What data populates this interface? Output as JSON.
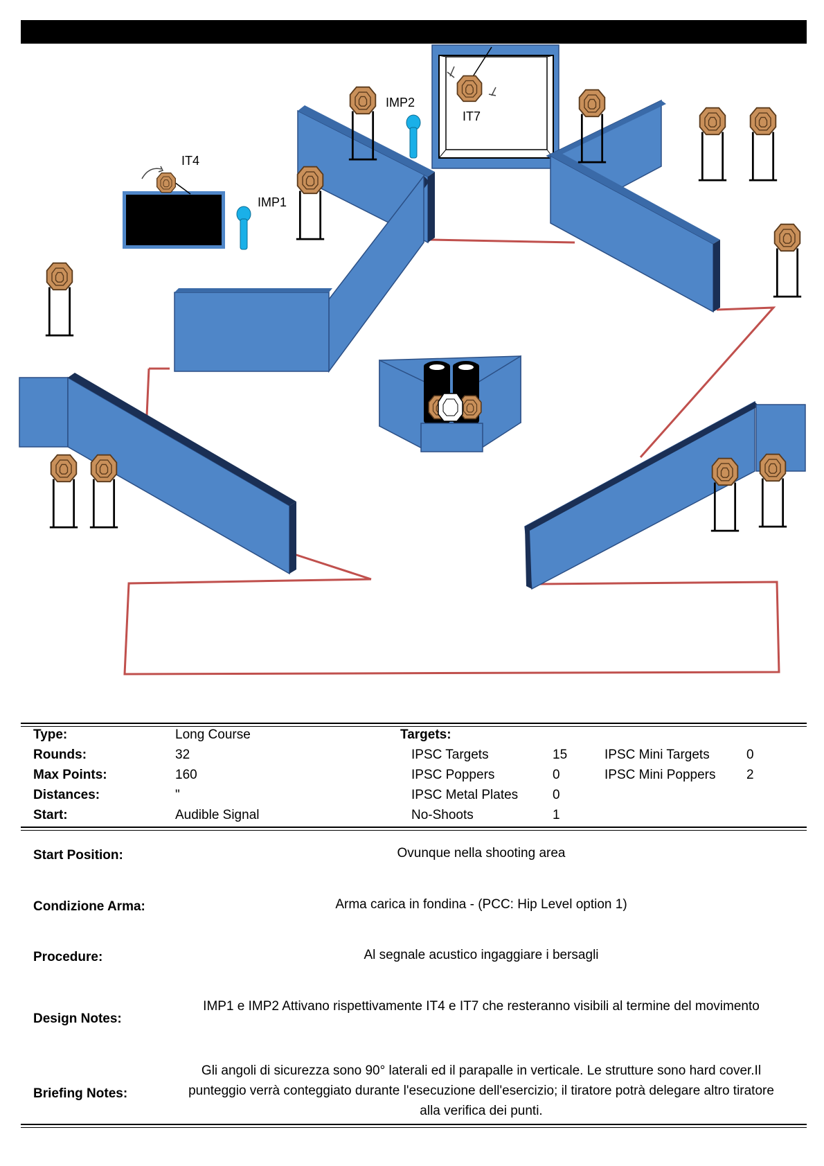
{
  "stage": {
    "labels": {
      "it4": "IT4",
      "it7": "IT7",
      "imp1": "IMP1",
      "imp2": "IMP2"
    },
    "colors": {
      "wall": "#4f86c8",
      "wall_dark": "#1a2f55",
      "target": "#c9905a",
      "popper": "#1ab0e8",
      "fault_line": "#c0504d"
    }
  },
  "summary": {
    "type_label": "Type:",
    "type_value": "Long Course",
    "rounds_label": "Rounds:",
    "rounds_value": "32",
    "max_points_label": "Max Points:",
    "max_points_value": "160",
    "distances_label": "Distances:",
    "distances_value": "\"",
    "start_label": "Start:",
    "start_value": "Audible Signal",
    "targets_label": "Targets:",
    "targets": [
      {
        "name": "IPSC Targets",
        "count": "15"
      },
      {
        "name": "IPSC Poppers",
        "count": "0"
      },
      {
        "name": "IPSC Metal Plates",
        "count": "0"
      },
      {
        "name": "No-Shoots",
        "count": "1"
      }
    ],
    "mini_targets": [
      {
        "name": "IPSC Mini Targets",
        "count": "0"
      },
      {
        "name": "IPSC Mini Poppers",
        "count": "2"
      }
    ]
  },
  "details": {
    "start_position_label": "Start Position:",
    "start_position_value": "Ovunque nella shooting area",
    "condizione_label": "Condizione Arma:",
    "condizione_value": "Arma carica in fondina  - (PCC: Hip Level option 1)",
    "procedure_label": "Procedure:",
    "procedure_value": "Al segnale acustico ingaggiare i bersagli",
    "design_label": "Design Notes:",
    "design_value": "IMP1  e IMP2 Attivano rispettivamente IT4 e IT7  che resteranno visibili al termine del movimento",
    "briefing_label": "Briefing Notes:",
    "briefing_value": "Gli angoli di sicurezza sono 90° laterali ed il parapalle in verticale. Le strutture sono hard cover.Il punteggio verrà conteggiato durante l'esecuzione dell'esercizio; il tiratore potrà delegare altro tiratore alla verifica  dei punti."
  }
}
